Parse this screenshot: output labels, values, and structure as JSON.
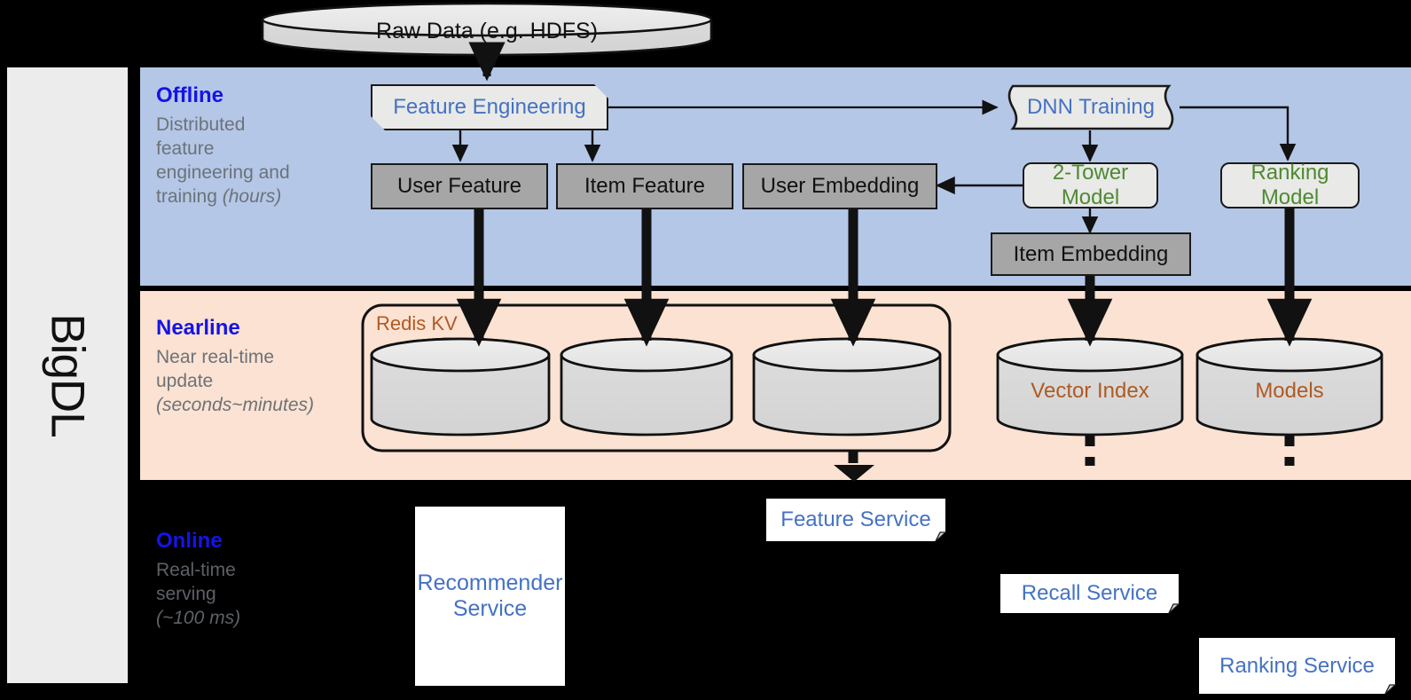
{
  "sidebar": {
    "label": "BigDL"
  },
  "bands": [
    {
      "key": "offline",
      "title": "Offline",
      "subtitle": "Distributed feature engineering and ",
      "subtitle_em": "(hours)"
    },
    {
      "key": "nearline",
      "title": "Nearline",
      "subtitle": "Near real-time update ",
      "subtitle_em": "(seconds~minutes)"
    },
    {
      "key": "online",
      "title": "Online",
      "subtitle": "Real-time serving ",
      "subtitle_em": "(~100 ms)"
    }
  ],
  "offline": {
    "title": "Offline",
    "sub_line1": "Distributed",
    "sub_line2": "feature",
    "sub_line3": "engineering and",
    "sub_line4_plain": "training ",
    "sub_line4_em": "(hours)"
  },
  "nearline": {
    "title": "Nearline",
    "sub_line1": "Near real-time",
    "sub_line2": "update",
    "sub_line3_em": "(seconds~minutes)"
  },
  "online": {
    "title": "Online",
    "sub_line1": "Real-time",
    "sub_line2": "serving",
    "sub_line3_em": "(~100 ms)"
  },
  "nodes": {
    "raw_data": "Raw Data (e.g. HDFS)",
    "feature_engineering": "Feature Engineering",
    "dnn_training": "DNN Training",
    "user_feature": "User Feature",
    "item_feature": "Item Feature",
    "user_embedding": "User Embedding",
    "two_tower_model": "2-Tower Model",
    "ranking_model": "Ranking Model",
    "item_embedding": "Item Embedding",
    "redis_kv": "Redis KV",
    "vector_index": "Vector Index",
    "models": "Models",
    "recommender_service": "Recommender Service",
    "recommender_service_l1": "Recommender",
    "recommender_service_l2": "Service",
    "feature_service": "Feature Service",
    "recall_service": "Recall Service",
    "ranking_service": "Ranking Service"
  },
  "colors": {
    "offline_band": "#b4c7e7",
    "nearline_band": "#fbe2d2",
    "online_band": "#000000",
    "sidebar": "#ececec",
    "band_title": "#1414e6",
    "band_sub": "#6d7278",
    "data_box": "#a6a6a6",
    "process_box": "#e9e9e7",
    "blue_text": "#4472c4",
    "green_text": "#4e8a31",
    "brown_text": "#b05a22",
    "cylinder_body": "#d9d9d9",
    "cylinder_top": "#e8e8e8",
    "stroke": "#1a1a1a",
    "service_card": "#ffffff"
  }
}
